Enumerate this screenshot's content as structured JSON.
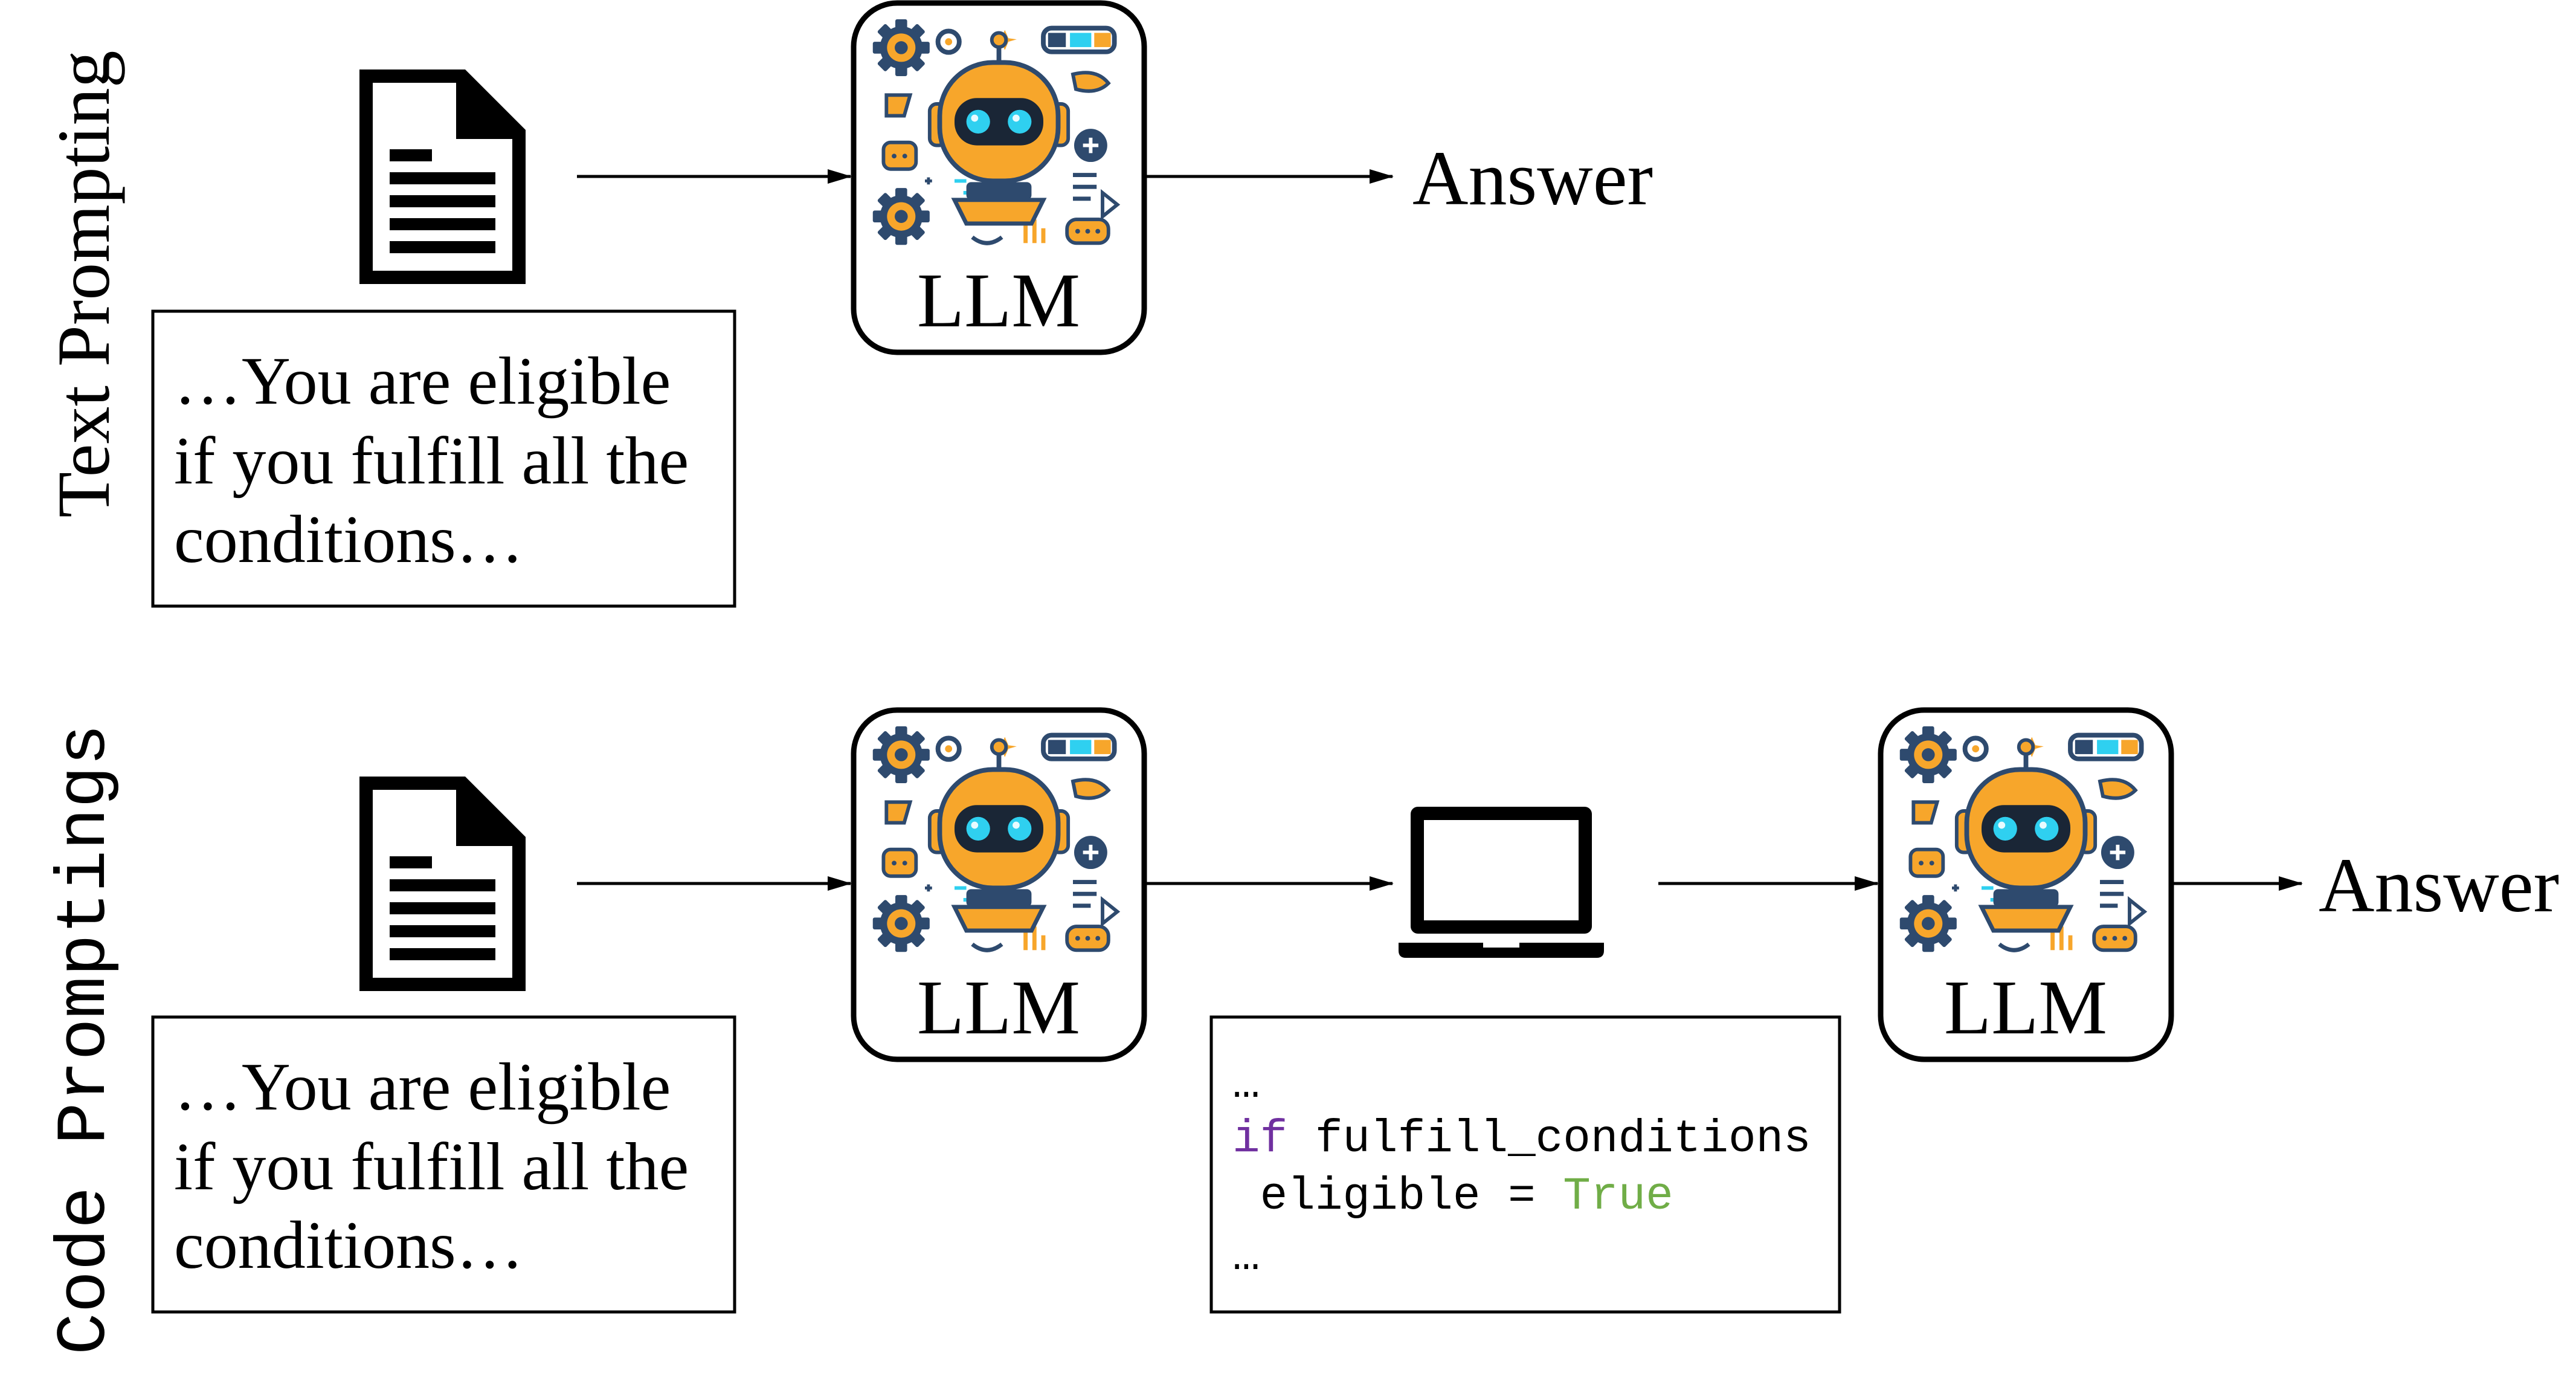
{
  "rows": {
    "text": {
      "label": "Text Prompting",
      "llm_label": "LLM",
      "answer": "Answer",
      "doc_lines": [
        "…You are eligible",
        "if you fulfill all the",
        "conditions…"
      ]
    },
    "code": {
      "label": "Code Promptings",
      "llm1_label": "LLM",
      "llm2_label": "LLM",
      "answer": "Answer",
      "doc_lines": [
        "…You are eligible",
        "if you fulfill all the",
        "conditions…"
      ],
      "code": {
        "line1": "…",
        "keyword": "if",
        "condition": " fulfill_conditions",
        "assign": " eligible = ",
        "value": "True",
        "line4": "…"
      }
    }
  },
  "colors": {
    "keyword": "#7030a0",
    "true_value": "#70ad47",
    "robot_orange": "#f7a62b",
    "robot_navy": "#2e4a6e",
    "robot_eyes": "#2fd0f0"
  },
  "icons": [
    "document-icon",
    "robot-icon",
    "laptop-icon",
    "arrow-icon"
  ]
}
